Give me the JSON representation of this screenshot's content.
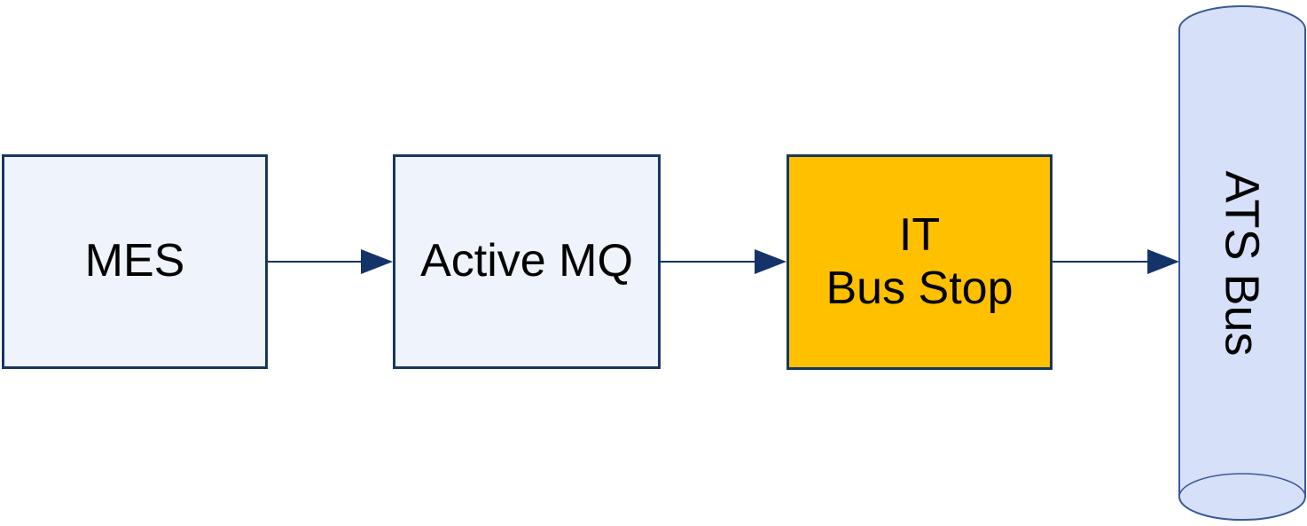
{
  "diagram": {
    "type": "flow",
    "direction": "left-to-right",
    "nodes": {
      "mes": {
        "label": "MES",
        "shape": "rectangle",
        "fill": "#EFF3FB"
      },
      "active_mq": {
        "label": "Active MQ",
        "shape": "rectangle",
        "fill": "#EFF3FB"
      },
      "it_bus_stop": {
        "label": "IT\nBus Stop",
        "shape": "rectangle",
        "fill": "#FFC000"
      },
      "ats_bus": {
        "label": "ATS Bus",
        "shape": "cylinder",
        "fill": "#D6E0F8",
        "text_rotation_deg": 90
      }
    },
    "edges": [
      {
        "from": "MES",
        "to": "Active MQ",
        "style": "solid",
        "arrowhead": "filled-triangle"
      },
      {
        "from": "Active MQ",
        "to": "IT Bus Stop",
        "style": "solid",
        "arrowhead": "filled-triangle"
      },
      {
        "from": "IT Bus Stop",
        "to": "ATS Bus",
        "style": "solid",
        "arrowhead": "filled-triangle"
      }
    ],
    "colors": {
      "box_fill": "#EFF3FB",
      "box_border": "#17375E",
      "highlight_fill": "#FFC000",
      "cylinder_fill": "#D6E0F8",
      "cylinder_border": "#3B5A96",
      "arrow": "#143369",
      "text": "#000000",
      "background": "#FFFFFF"
    }
  }
}
